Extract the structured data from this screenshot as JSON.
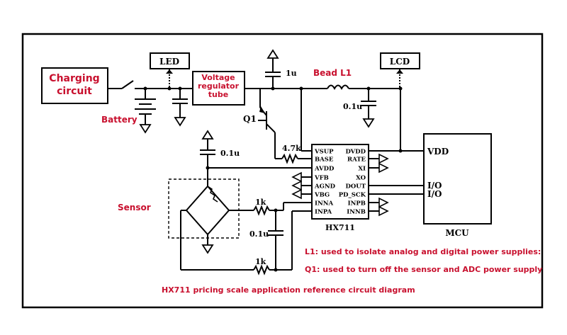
{
  "colors": {
    "annotation": "#c8102e",
    "ink": "#000000"
  },
  "blocks": {
    "charging": "Charging circuit",
    "led": "LED",
    "regulator": "Voltage regulator tube",
    "lcd": "LCD",
    "mcu": "MCU",
    "chip": "HX711"
  },
  "labels": {
    "battery": "Battery",
    "bead": "Bead L1",
    "sensor": "Sensor",
    "q1": "Q1"
  },
  "components": {
    "c_1u": "1u",
    "c_01u_lcd": "0.1u",
    "c_01u_sensor": "0.1u",
    "c_01u_filter": "0.1u",
    "r_47k": "4.7k",
    "r_1k_top": "1k",
    "r_1k_bottom": "1k"
  },
  "hx711_pins": {
    "left": [
      "VSUP",
      "BASE",
      "AVDD",
      "VFB",
      "AGND",
      "VBG",
      "INNA",
      "INPA"
    ],
    "right": [
      "DVDD",
      "RATE",
      "XI",
      "XO",
      "DOUT",
      "PD_SCK",
      "INPB",
      "INNB"
    ]
  },
  "mcu_pins": [
    "VDD",
    "I/O",
    "I/O"
  ],
  "notes": {
    "l1": "L1: used to isolate analog and digital power supplies:",
    "q1": "Q1: used to turn off the sensor and ADC power supply",
    "caption": "HX711 pricing scale application reference circuit diagram"
  }
}
